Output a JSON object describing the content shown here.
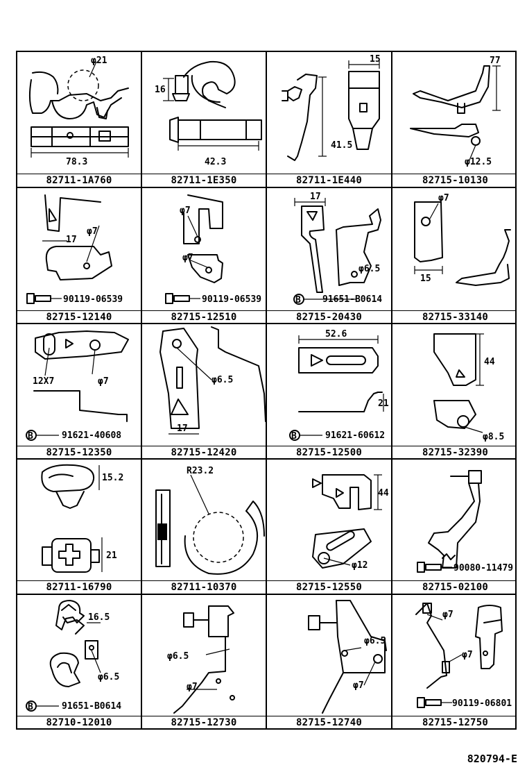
{
  "reference_code": "820794-E",
  "grid": {
    "rows": [
      {
        "cells": [
          {
            "part_no": "82711-1A760",
            "dims": [
              "φ21",
              "78.3"
            ]
          },
          {
            "part_no": "82711-1E350",
            "dims": [
              "16",
              "42.3"
            ]
          },
          {
            "part_no": "82711-1E440",
            "dims": [
              "15",
              "41.5"
            ]
          },
          {
            "part_no": "82715-10130",
            "dims": [
              "77",
              "φ12.5"
            ]
          }
        ]
      },
      {
        "cells": [
          {
            "part_no": "82715-12140",
            "dims": [
              "17",
              "φ7"
            ],
            "fastener": "90119-06539"
          },
          {
            "part_no": "82715-12510",
            "dims": [
              "φ7",
              "φ7"
            ],
            "fastener": "90119-06539"
          },
          {
            "part_no": "82715-20430",
            "dims": [
              "17",
              "φ6.5"
            ],
            "fastener": "91651-B0614"
          },
          {
            "part_no": "82715-33140",
            "dims": [
              "φ7",
              "15"
            ]
          }
        ]
      },
      {
        "cells": [
          {
            "part_no": "82715-12350",
            "dims": [
              "12X7",
              "φ7"
            ],
            "fastener": "91621-40608"
          },
          {
            "part_no": "82715-12420",
            "dims": [
              "φ6.5",
              "17"
            ]
          },
          {
            "part_no": "82715-12500",
            "dims": [
              "52.6",
              "21"
            ],
            "fastener": "91621-60612"
          },
          {
            "part_no": "82715-32390",
            "dims": [
              "44",
              "φ8.5"
            ]
          }
        ]
      },
      {
        "cells": [
          {
            "part_no": "82711-16790",
            "dims": [
              "15.2",
              "21"
            ]
          },
          {
            "part_no": "82711-10370",
            "dims": [
              "R23.2"
            ]
          },
          {
            "part_no": "82715-12550",
            "dims": [
              "44",
              "φ12"
            ]
          },
          {
            "part_no": "82715-02100",
            "fastener": "90080-11479"
          }
        ]
      },
      {
        "cells": [
          {
            "part_no": "82710-12010",
            "dims": [
              "16.5",
              "φ6.5"
            ],
            "fastener": "91651-B0614"
          },
          {
            "part_no": "82715-12730",
            "dims": [
              "φ6.5",
              "φ7"
            ]
          },
          {
            "part_no": "82715-12740",
            "dims": [
              "φ6.5",
              "φ7"
            ]
          },
          {
            "part_no": "82715-12750",
            "dims": [
              "φ7",
              "φ7"
            ],
            "fastener": "90119-06801"
          }
        ]
      }
    ]
  },
  "markers": {
    "b_symbol": "B"
  }
}
